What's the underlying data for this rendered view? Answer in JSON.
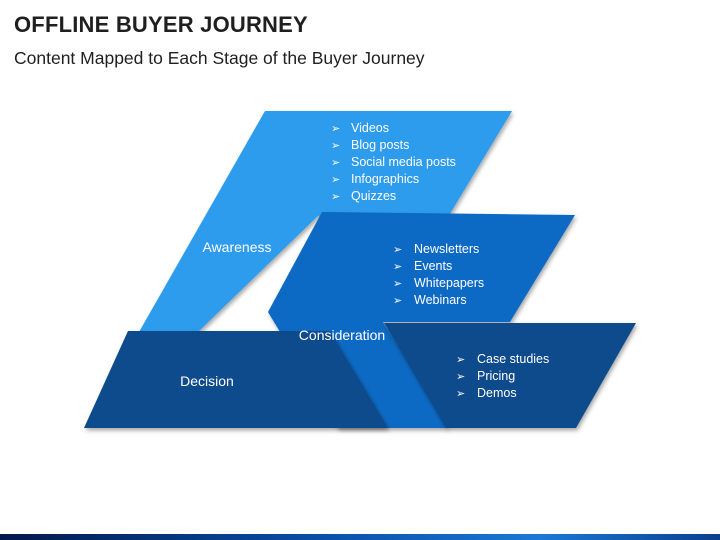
{
  "header": {
    "title": "OFFLINE BUYER JOURNEY",
    "subtitle": "Content Mapped to Each Stage of the Buyer Journey"
  },
  "colors": {
    "awareness": "#2e9cec",
    "consideration": "#0a6bc4",
    "decision": "#0b4c8c",
    "bullet_arrow_glyph": "➢"
  },
  "stages": [
    {
      "label": "Awareness",
      "items": [
        "Videos",
        "Blog posts",
        "Social media posts",
        "Infographics",
        "Quizzes"
      ]
    },
    {
      "label": "Consideration",
      "items": [
        "Newsletters",
        "Events",
        "Whitepapers",
        "Webinars"
      ]
    },
    {
      "label": "Decision",
      "items": [
        "Case studies",
        "Pricing",
        "Demos"
      ]
    }
  ]
}
